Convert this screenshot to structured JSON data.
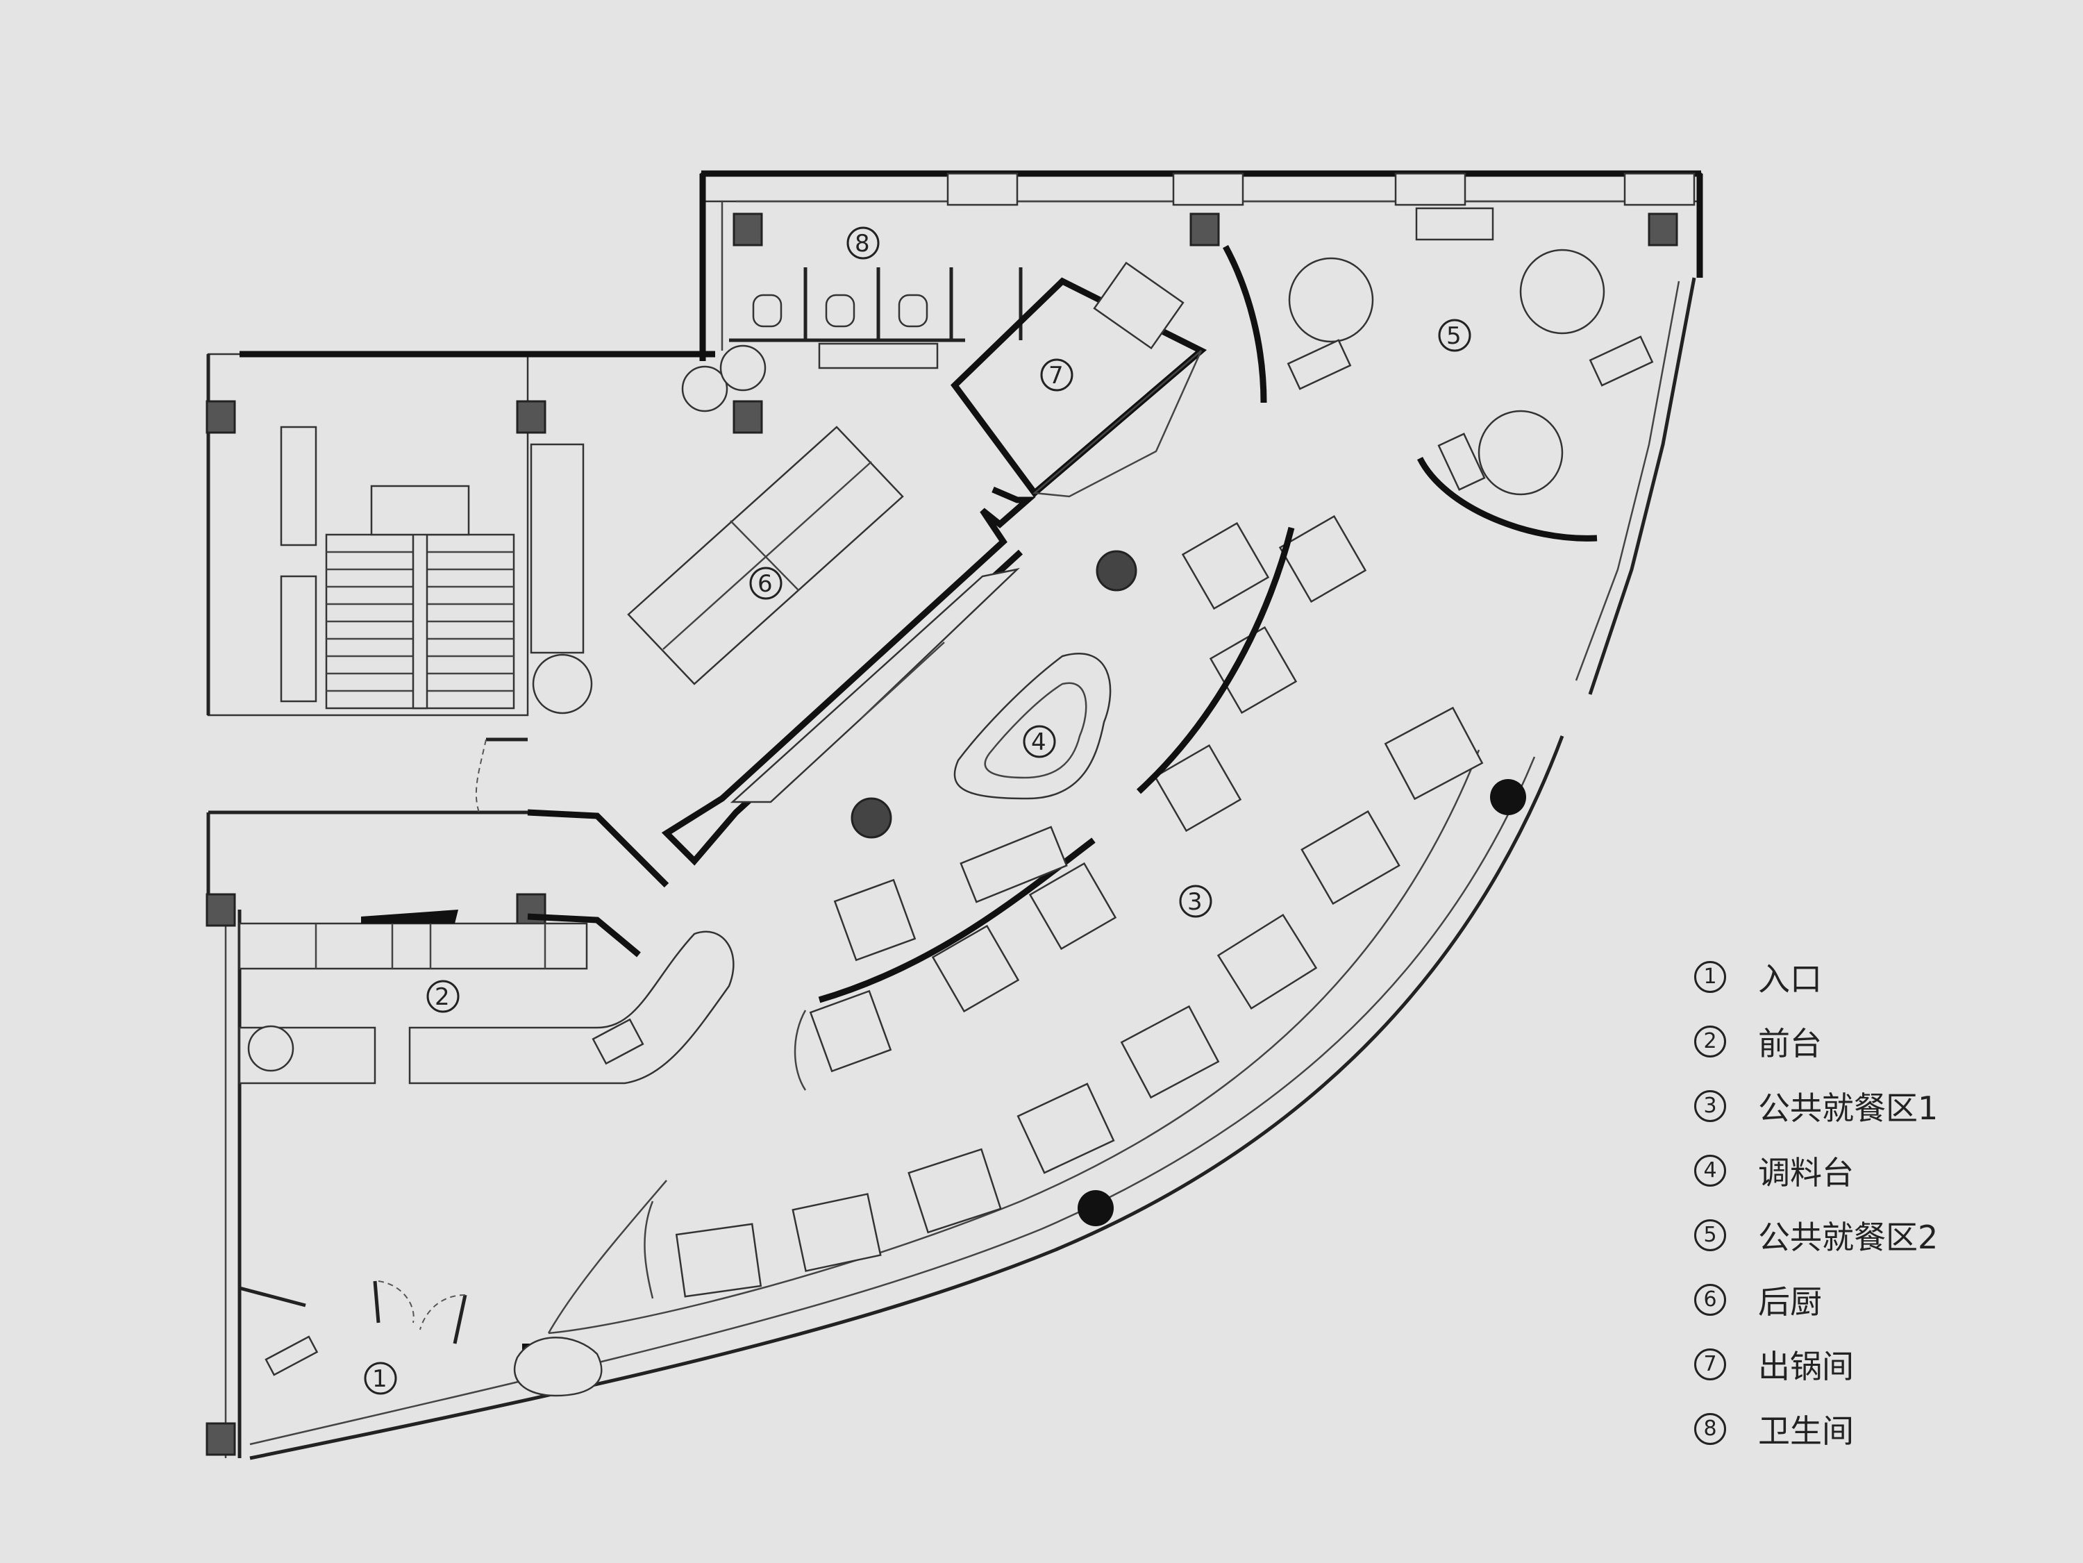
{
  "zones": [
    {
      "number": "1",
      "label": "入口"
    },
    {
      "number": "2",
      "label": "前台"
    },
    {
      "number": "3",
      "label": "公共就餐区1"
    },
    {
      "number": "4",
      "label": "调料台"
    },
    {
      "number": "5",
      "label": "公共就餐区2"
    },
    {
      "number": "6",
      "label": "后厨"
    },
    {
      "number": "7",
      "label": "出锅间"
    },
    {
      "number": "8",
      "label": "卫生间"
    }
  ]
}
